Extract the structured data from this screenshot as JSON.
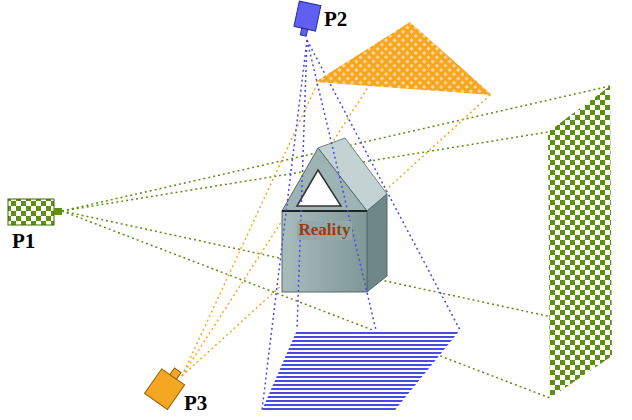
{
  "diagram": {
    "nodes": [
      {
        "text": [
          "P2"
        ]
      },
      {
        "text": [
          "P1"
        ]
      },
      {
        "text": [
          "Reality"
        ]
      },
      {
        "text": [
          "P3"
        ]
      }
    ]
  }
}
